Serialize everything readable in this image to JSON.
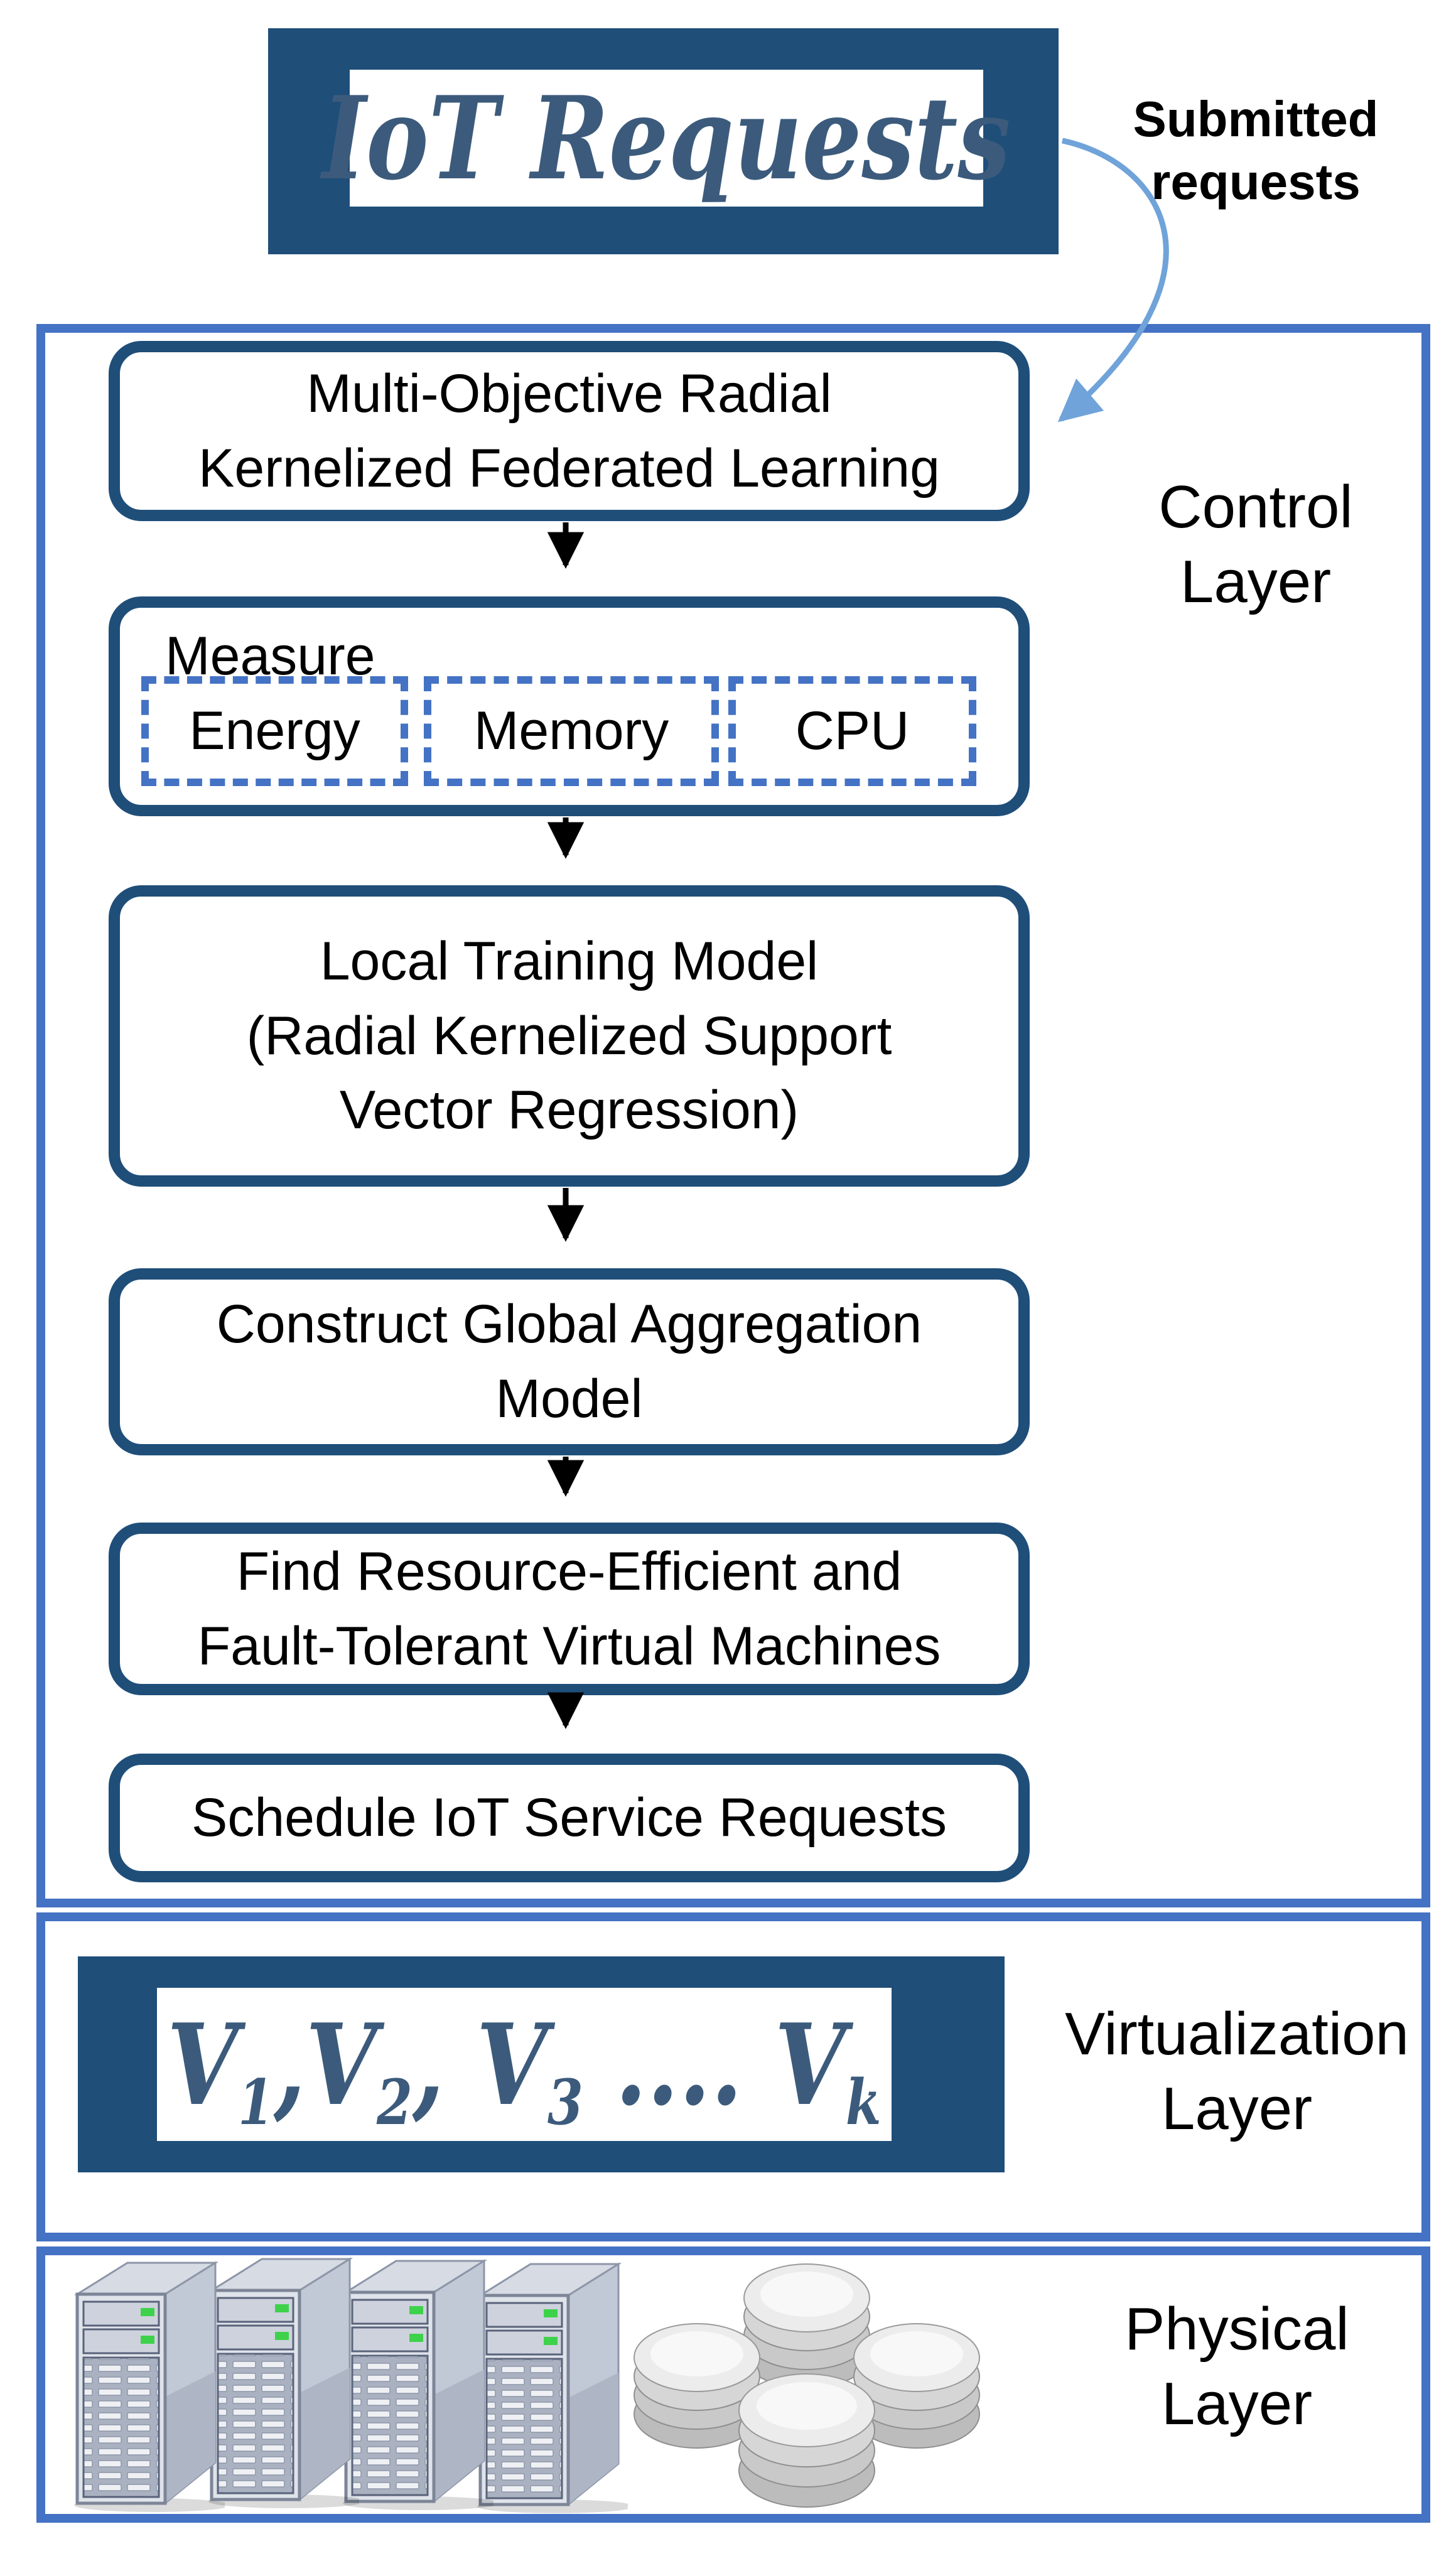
{
  "figure": {
    "title": "IoT Requests",
    "annotation": {
      "line1": "Submitted",
      "line2": "requests"
    }
  },
  "control_layer": {
    "label": {
      "line1": "Control",
      "line2": "Layer"
    },
    "step1": {
      "line1": "Multi-Objective Radial",
      "line2": "Kernelized Federated Learning"
    },
    "measure": {
      "label": "Measure",
      "metrics": [
        {
          "label": "Energy"
        },
        {
          "label": "Memory"
        },
        {
          "label": "CPU"
        }
      ]
    },
    "step3": {
      "line1": "Local Training Model",
      "line2": "(Radial Kernelized Support",
      "line3": "Vector Regression)"
    },
    "step4": {
      "line1": "Construct Global Aggregation",
      "line2": "Model"
    },
    "step5": {
      "line1": "Find Resource-Efficient and",
      "line2": "Fault-Tolerant Virtual Machines"
    },
    "step6": {
      "line1": "Schedule IoT Service Requests"
    }
  },
  "virtualization_layer": {
    "label": {
      "line1": "Virtualization",
      "line2": "Layer"
    },
    "vms": [
      {
        "base": "V",
        "sub": "1",
        "after": ","
      },
      {
        "base": "V",
        "sub": "2",
        "after": ", "
      },
      {
        "base": "V",
        "sub": "3",
        "after": " .... "
      },
      {
        "base": "V",
        "sub": "k",
        "after": ""
      }
    ]
  },
  "physical_layer": {
    "label": {
      "line1": "Physical",
      "line2": "Layer"
    },
    "icons": {
      "servers": "server-tower-icon",
      "storage": "database-stack-icon"
    }
  },
  "colors": {
    "outer_border_blue": "#4472C4",
    "navy": "#1F4E79",
    "serif_text_navy": "#3C5B7C",
    "arrow_light_blue": "#6FA3D9",
    "arrow_black": "#000000",
    "led_green": "#3ED24B"
  }
}
